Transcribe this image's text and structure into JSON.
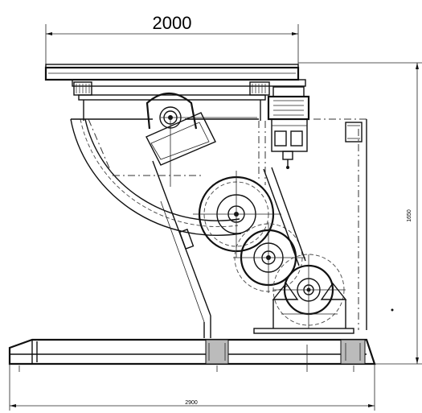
{
  "dimensions": {
    "top_width": "2000",
    "vertical_height": "1650",
    "base_length": "2900"
  },
  "colors": {
    "line": "#111111",
    "background": "#ffffff"
  }
}
